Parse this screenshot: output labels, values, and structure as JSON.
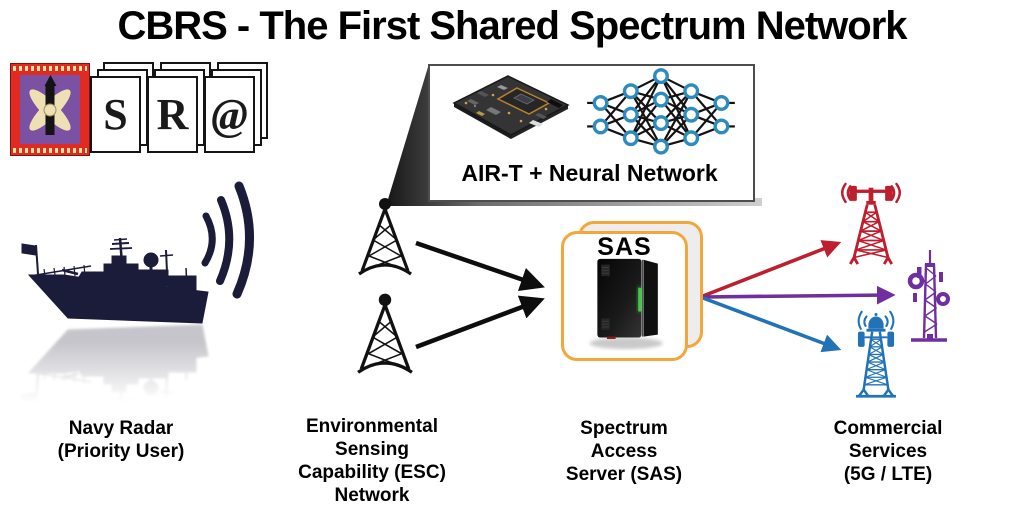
{
  "title": "CBRS - The First Shared Spectrum Network",
  "logo": {
    "crest": "SRA heraldic crest - red frame, purple field, crossed cream quills",
    "letters": [
      "S",
      "R",
      "@"
    ]
  },
  "airt_callout": {
    "caption": "AIR-T + Neural Network",
    "contents": [
      "AIR-T circuit board photo",
      "neural network diagram"
    ]
  },
  "sas_box": {
    "label": "SAS"
  },
  "entities": {
    "navy": {
      "lines": [
        "Navy Radar",
        "(Priority User)"
      ]
    },
    "esc": {
      "lines": [
        "Environmental",
        "Sensing",
        "Capability (ESC)",
        "Network"
      ]
    },
    "sas": {
      "lines": [
        "Spectrum",
        "Access",
        "Server (SAS)"
      ]
    },
    "commercial": {
      "lines": [
        "Commercial",
        "Services",
        "(5G / LTE)"
      ]
    }
  },
  "connections": [
    {
      "from": "esc-tower-1",
      "to": "sas",
      "color": "#111111"
    },
    {
      "from": "esc-tower-2",
      "to": "sas",
      "color": "#111111"
    },
    {
      "from": "sas",
      "to": "red-macro-tower",
      "color": "#be1e2d"
    },
    {
      "from": "sas",
      "to": "purple-monopole-tower",
      "color": "#6f2f9f"
    },
    {
      "from": "sas",
      "to": "blue-cell-tower",
      "color": "#2272b8"
    }
  ],
  "colors": {
    "navy": "#1b1b3a",
    "red": "#be1e2d",
    "purple": "#6f2f9f",
    "blue": "#2272b8",
    "orange": "#f3a73b",
    "node_blue": "#2e8bc0",
    "led_green": "#3fc944"
  }
}
